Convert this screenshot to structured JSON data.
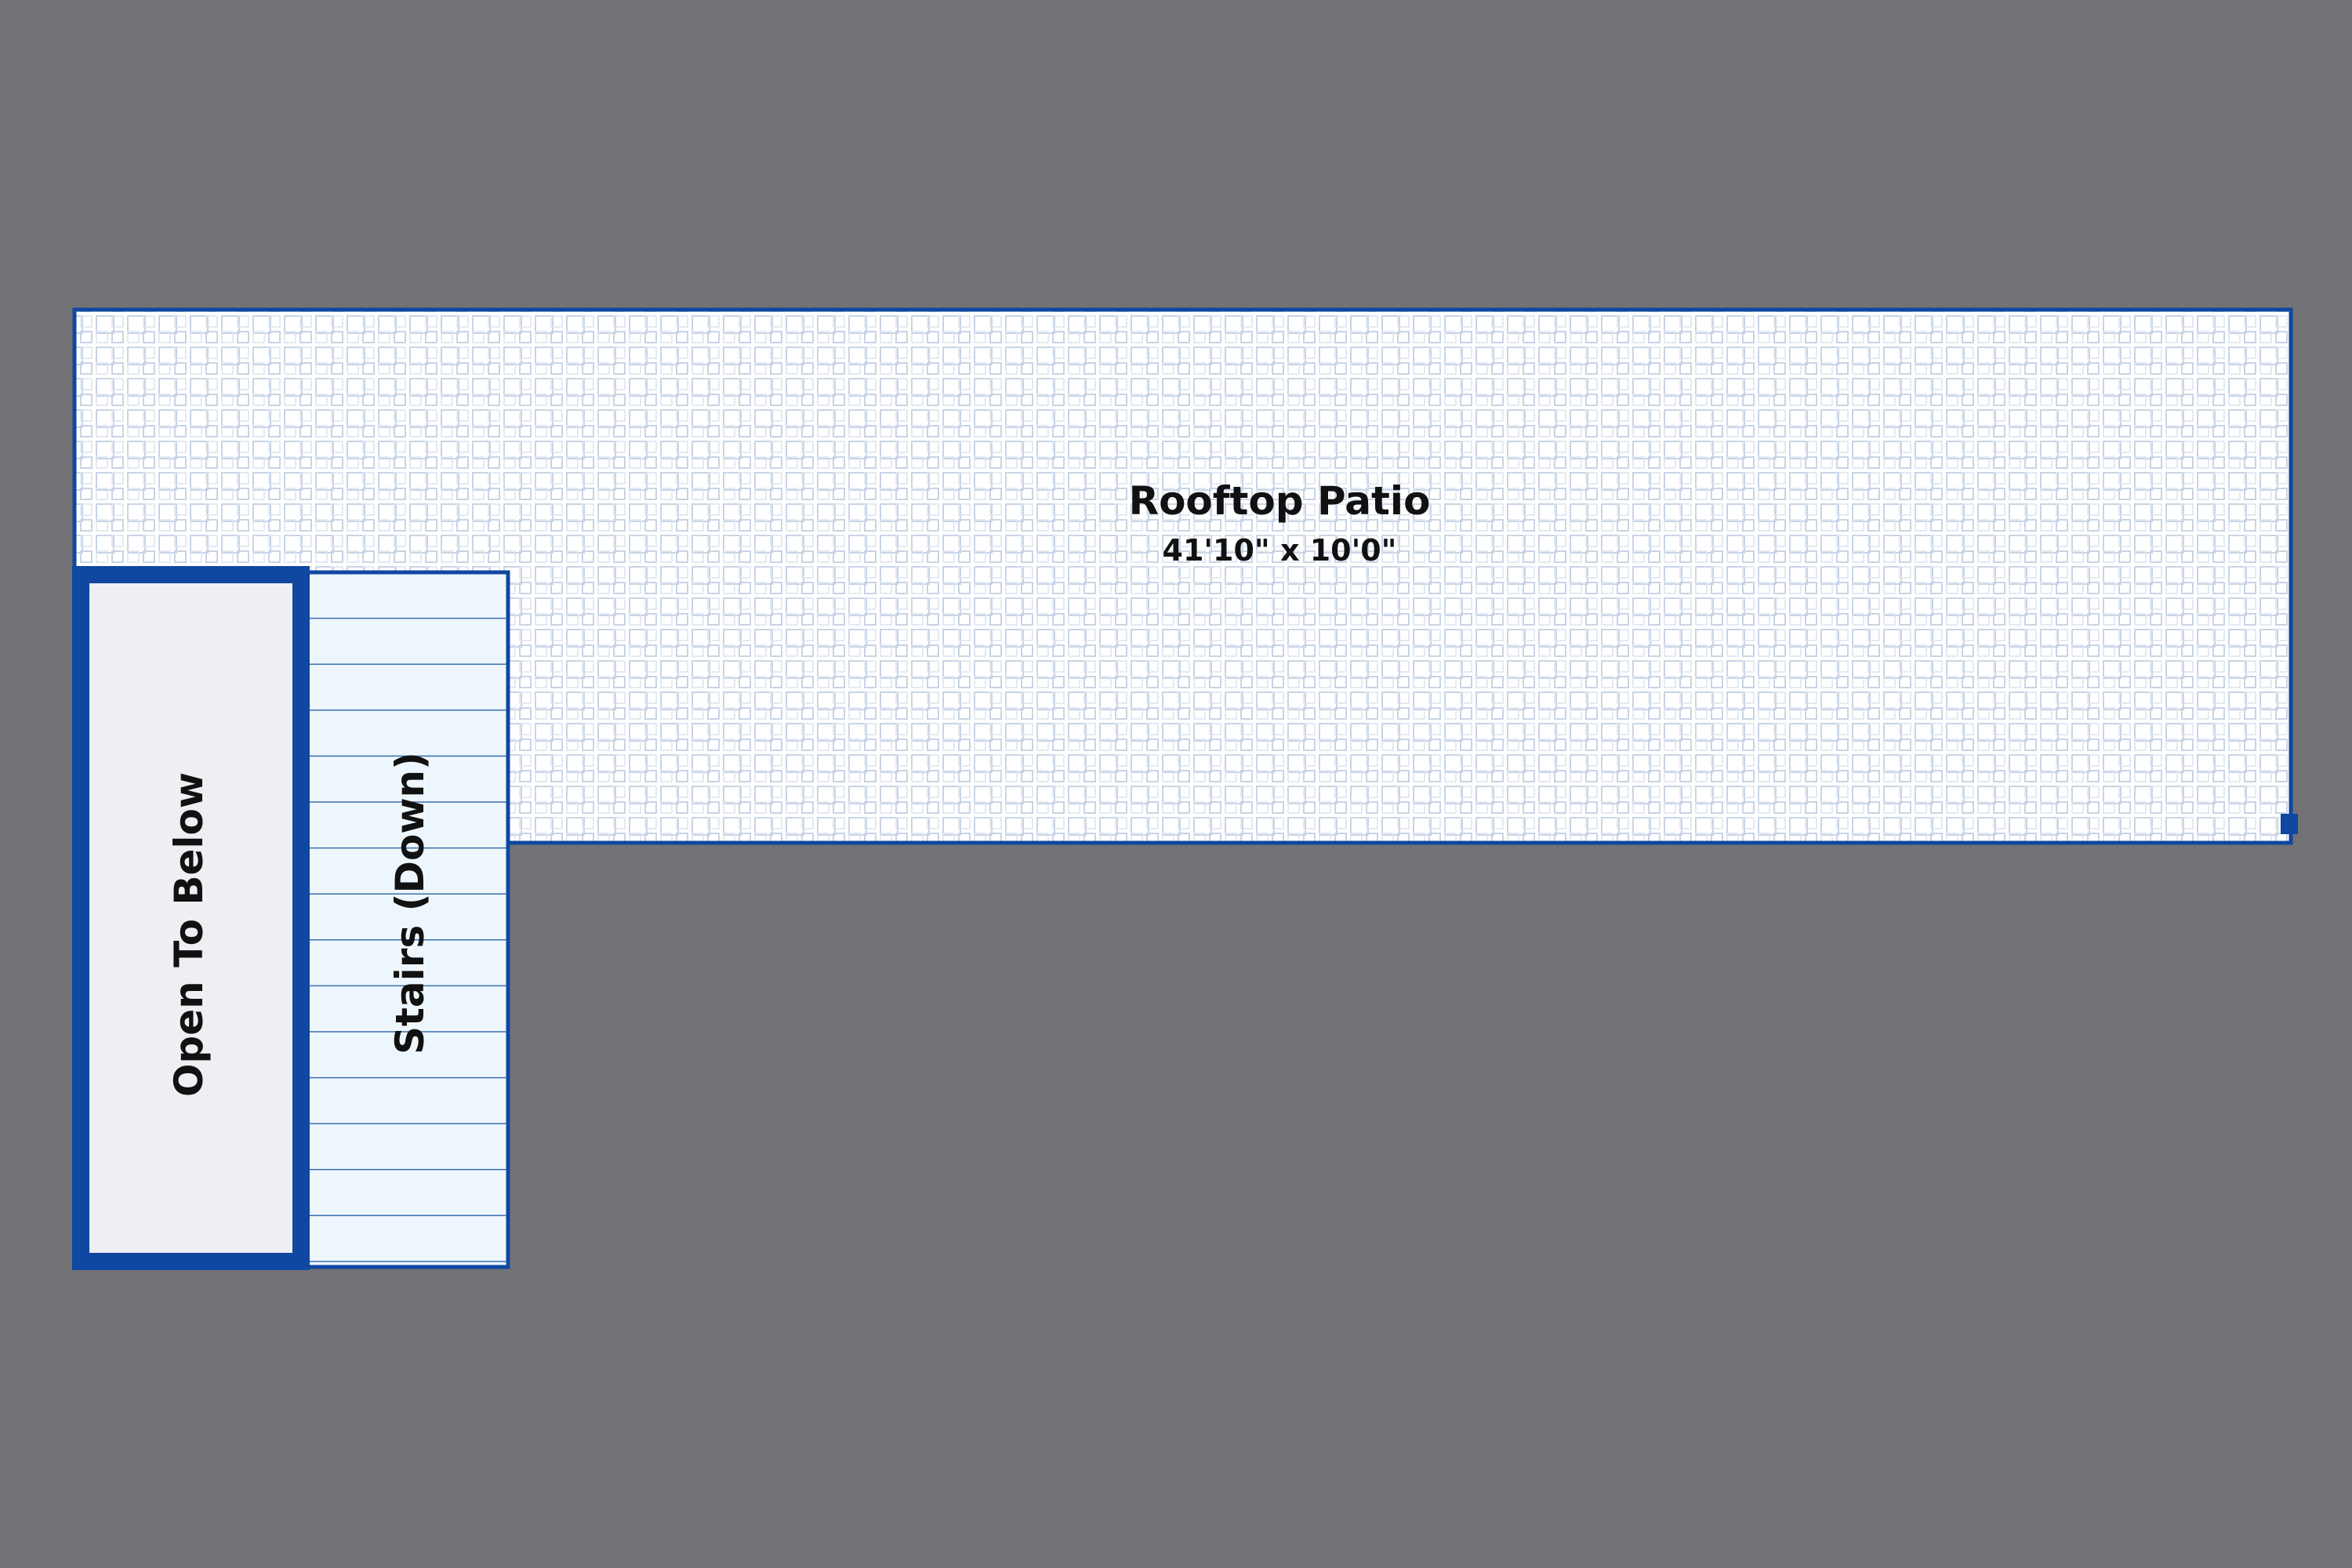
{
  "colors": {
    "background": "#737276",
    "wall": "#0f47a1",
    "patio_fill": "#ffffff",
    "patio_tile": "#c8d4e6",
    "stairs_fill": "#eef6fd",
    "stair_line": "#3a6fae",
    "open_fill": "#efeef3",
    "text": "#111111"
  },
  "rooms": {
    "patio": {
      "name": "Rooftop Patio",
      "dimensions": "41'10\" x 10'0\""
    },
    "stairs": {
      "name": "Stairs (Down)"
    },
    "open_below": {
      "name": "Open To Below"
    }
  },
  "icons": {
    "corner_marker": "square-marker-icon"
  }
}
